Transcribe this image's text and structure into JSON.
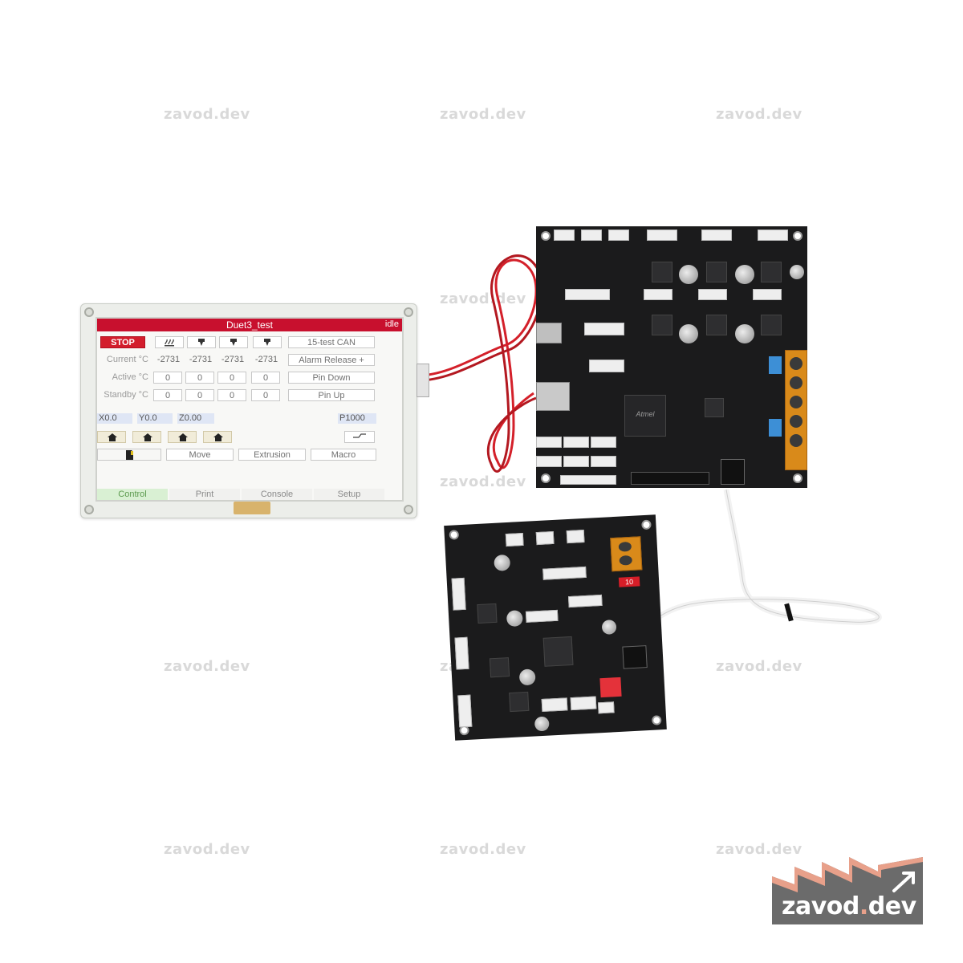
{
  "watermark": {
    "text": "zavod.dev"
  },
  "display": {
    "title": "Duet3_test",
    "status": "idle",
    "stop_label": "STOP",
    "can_label": "15-test CAN",
    "alarm_label": "Alarm Release +",
    "pin_down_label": "Pin Down",
    "pin_up_label": "Pin Up",
    "rows": {
      "current_label": "Current °C",
      "active_label": "Active °C",
      "standby_label": "Standby °C",
      "current": [
        "-2731",
        "-2731",
        "-2731",
        "-2731"
      ],
      "active": [
        "0",
        "0",
        "0",
        "0"
      ],
      "standby": [
        "0",
        "0",
        "0",
        "0"
      ]
    },
    "axes": {
      "x": "X0.0",
      "y": "Y0.0",
      "z": "Z0.00",
      "p": "P1000"
    },
    "actions": {
      "move": "Move",
      "extrusion": "Extrusion",
      "macro": "Macro"
    },
    "tabs": {
      "control": "Control",
      "print": "Print",
      "console": "Console",
      "setup": "Setup"
    }
  },
  "mainboard": {
    "chip_label": "Atmel"
  },
  "expansion": {
    "fuse_label": "10"
  },
  "logo": {
    "text_main": "zavod",
    "text_dot": ".",
    "text_tail": "dev"
  },
  "colors": {
    "accent_red": "#c8102e",
    "logo_bg": "#6b6b6b",
    "logo_accent": "#e8a08a",
    "pcb": "#1b1b1c",
    "terminal": "#d98a1a"
  }
}
